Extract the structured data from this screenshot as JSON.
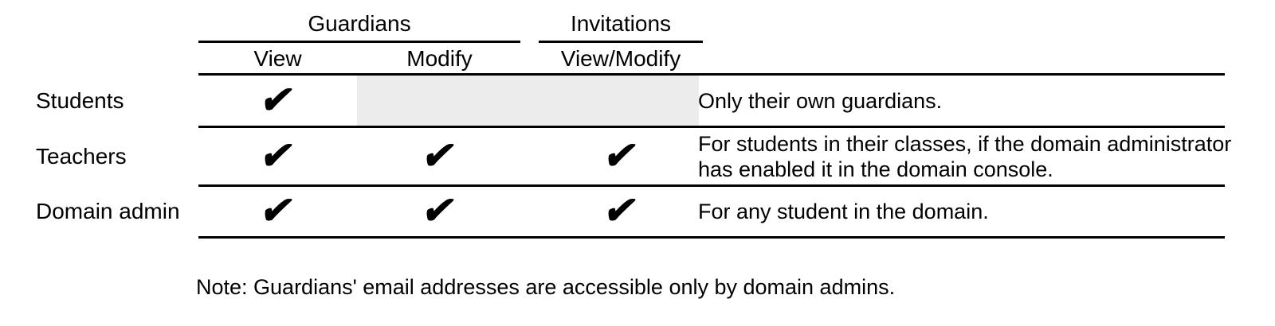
{
  "header": {
    "groups": [
      {
        "label": "Guardians"
      },
      {
        "label": "Invitations"
      }
    ],
    "columns": [
      "View",
      "Modify",
      "View/Modify"
    ]
  },
  "rows": [
    {
      "label": "Students",
      "cells": [
        "✔",
        "",
        ""
      ],
      "note": "Only their own guardians."
    },
    {
      "label": "Teachers",
      "cells": [
        "✔",
        "✔",
        "✔"
      ],
      "note": "For students in their classes, if the domain administrator has enabled it in the domain console."
    },
    {
      "label": "Domain admin",
      "cells": [
        "✔",
        "✔",
        "✔"
      ],
      "note": "For any student in the domain."
    }
  ],
  "footnote": "Note: Guardians' email addresses are accessible only by domain admins.",
  "icons": {
    "check": "heavy-check-mark"
  },
  "colors": {
    "text": "#000000",
    "line": "#000000",
    "disabled_cell": "#ececec"
  }
}
